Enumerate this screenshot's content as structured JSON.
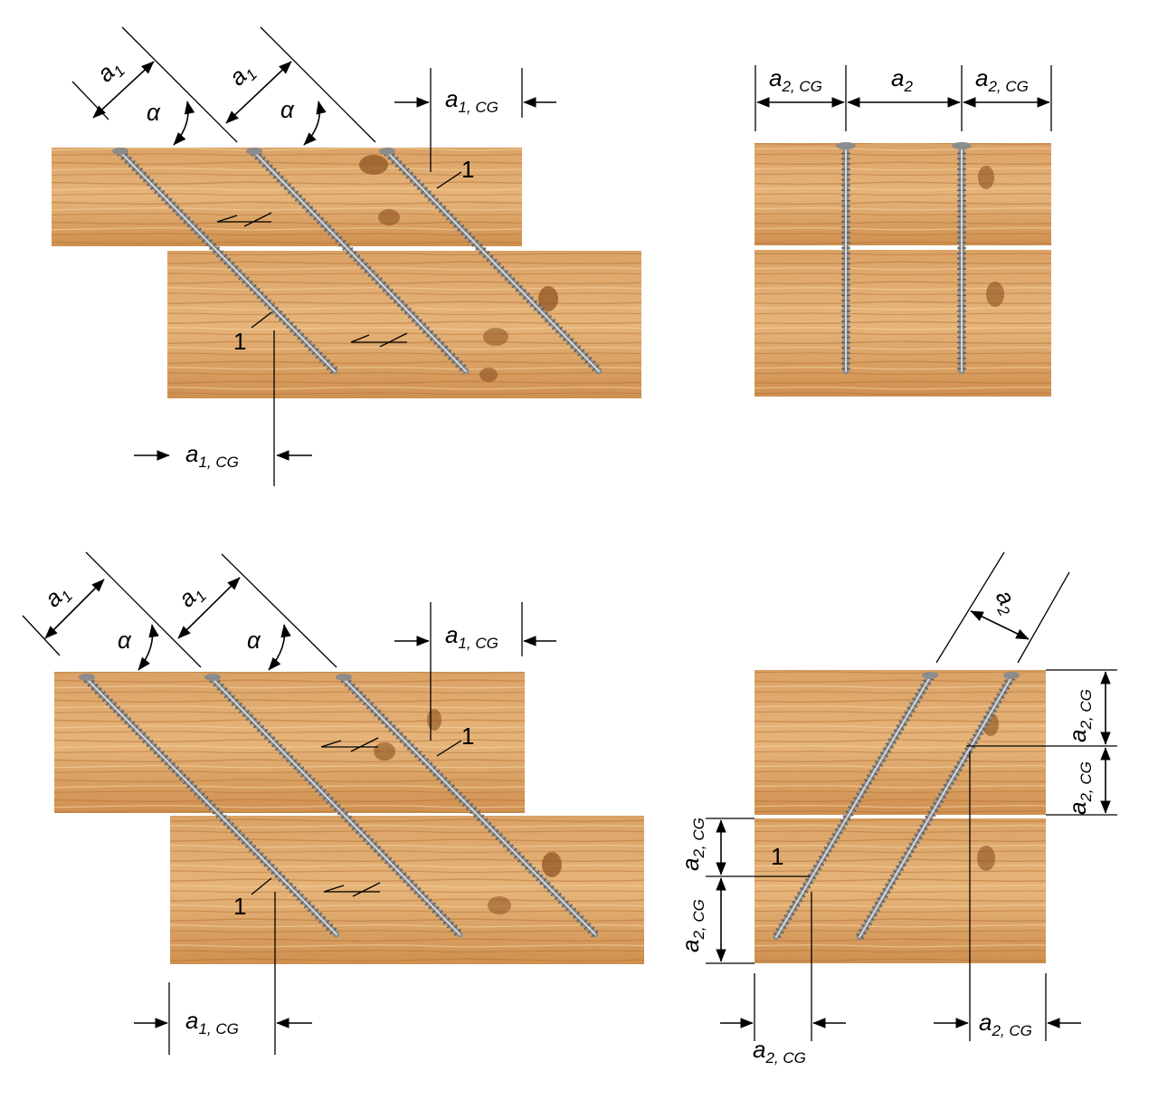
{
  "labels": {
    "a1": "a",
    "a1_sub": "1",
    "a1cg": "a",
    "a1cg_sub": "1, CG",
    "a2": "a",
    "a2_sub": "2",
    "a2cg": "a",
    "a2cg_sub": "2, CG",
    "alpha": "α",
    "one": "1"
  },
  "colors": {
    "wood_light": "#e3ad70",
    "wood_mid": "#cf8f4c",
    "wood_dark": "#b06f2f",
    "wood_knot": "#8c5020",
    "screw": "#8c8c8c",
    "line": "#000000",
    "background": "#ffffff"
  }
}
